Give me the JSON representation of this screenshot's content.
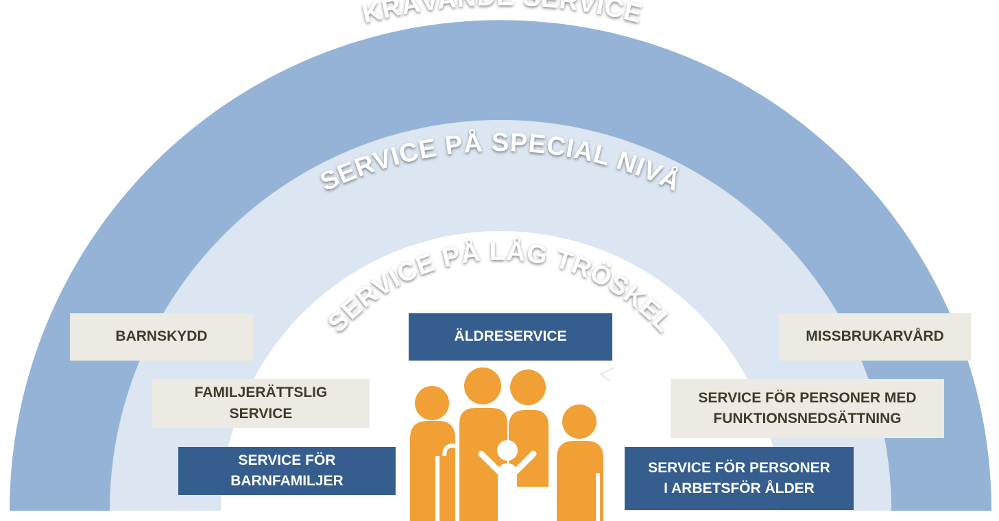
{
  "diagram": {
    "arc_labels": {
      "outer": "KRÄVANDE SERVICE",
      "middle": "SERVICE PÅ SPECIAL NIVÅ",
      "inner": "SERVICE PÅ LÅG TRÖSKEL"
    },
    "colors": {
      "outer_band": "#95b3d7",
      "middle_band": "#dce6f2",
      "inner_area": "#ffffff",
      "light_box": "#eceae2",
      "dark_box": "#355e8f",
      "people": "#f0a035"
    },
    "boxes": {
      "barnskydd": "BARNSKYDD",
      "aldreservice": "ÄLDRESERVICE",
      "missbrukarvard": "MISSBRUKARVÅRD",
      "familjerattslig": "FAMILJERÄTTSLIG\nSERVICE",
      "funktionsnedsattning": "SERVICE FÖR PERSONER MED\nFUNKTIONSNEDSÄTTNING",
      "barnfamiljer": "SERVICE FÖR\nBARNFAMILJER",
      "arbetsfor": "SERVICE FÖR PERSONER\nI ARBETSFÖR ÅLDER"
    },
    "people_icon": "family-group-icon"
  }
}
